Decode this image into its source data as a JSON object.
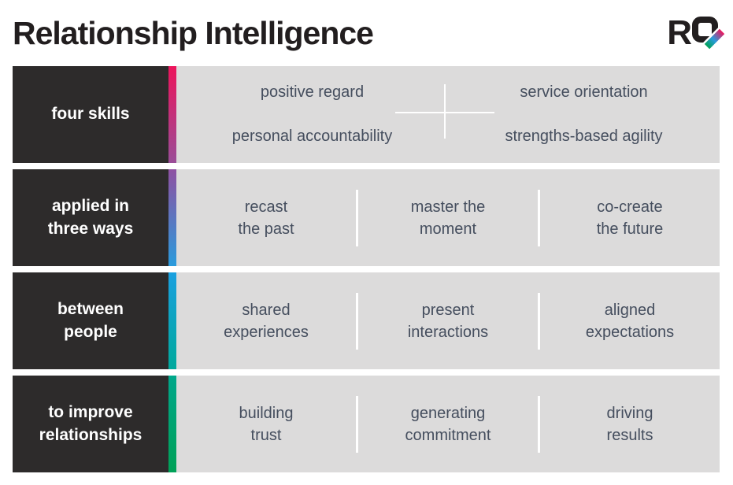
{
  "header": {
    "title": "Relationship Intelligence",
    "logo": {
      "r": "R",
      "q": "Q"
    }
  },
  "colors": {
    "background": "#ffffff",
    "label_box": "#2d2b2b",
    "content_bg": "#dcdbdb",
    "title_text": "#221e1f",
    "label_text": "#ffffff",
    "cell_text": "#454e5e",
    "divider": "#ffffff",
    "brand_gradient": [
      "#ed145b",
      "#8f50a2",
      "#2a9bdc",
      "#00a99c",
      "#00a157"
    ]
  },
  "rows": [
    {
      "label": "four skills",
      "stripe_top": "#ed145b",
      "stripe_bottom": "#9a4d98",
      "items": [
        "positive regard",
        "service orientation",
        "personal accountability",
        "strengths-based agility"
      ]
    },
    {
      "label": "applied in\nthree ways",
      "stripe_top": "#8f50a2",
      "stripe_bottom": "#2a9bdc",
      "items": [
        "recast\nthe past",
        "master the\nmoment",
        "co-create\nthe future"
      ]
    },
    {
      "label": "between\npeople",
      "stripe_top": "#1aa0e0",
      "stripe_bottom": "#00a99c",
      "items": [
        "shared\nexperiences",
        "present\ninteractions",
        "aligned\nexpectations"
      ]
    },
    {
      "label": "to improve\nrelationships",
      "stripe_top": "#00a78b",
      "stripe_bottom": "#00a157",
      "items": [
        "building\ntrust",
        "generating\ncommitment",
        "driving\nresults"
      ]
    }
  ]
}
